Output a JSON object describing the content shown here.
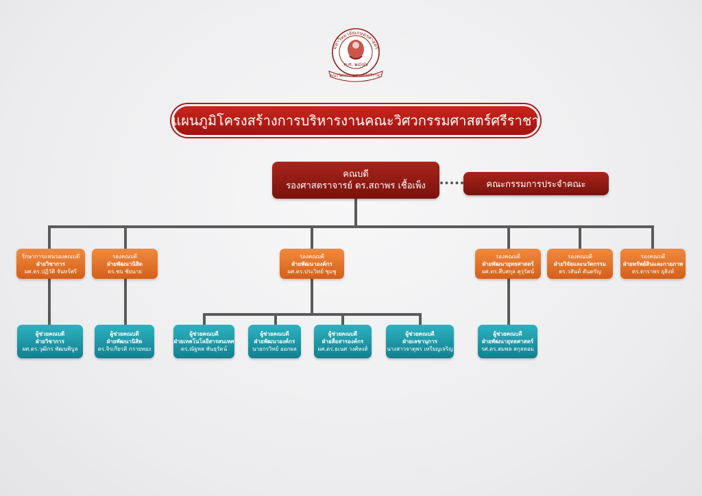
{
  "header": {
    "logo_ring_text": "มหาวิทยาลัยเกษตรศาสตร์",
    "logo_year": "พ.ศ. ๒๔๘๖",
    "logo_ribbon": "คณะวิศวกรรมศาสตร์ศรีราชา",
    "title": "แผนภูมิโครงสร้างการบริหารงานคณะวิศวกรรมศาสตร์ศรีราชา"
  },
  "dean": {
    "role": "คณบดี",
    "name": "รองศาสตราจารย์ ดร.สถาพร เชื้อเพ็ง"
  },
  "committee": "คณะกรรมการประจำคณะ",
  "vice_deans": [
    {
      "role": "รักษาการแทนรองคณบดี",
      "dept": "ฝ่ายวิชาการ",
      "name": "ผศ.ดร.ปฏิวัติ จันทร์ศรี"
    },
    {
      "role": "รองคณบดี",
      "dept": "ฝ่ายพัฒนานิสิต",
      "name": "ดร.ชบ ชัยนาย"
    },
    {
      "role": "รองคณบดี",
      "dept": "ฝ่ายพัฒนาองค์กร",
      "name": "ผศ.ดร.ประวิทย์ ชุมชู"
    },
    {
      "role": "รองคณบดี",
      "dept": "ฝ่ายพัฒนายุทธศาสตร์",
      "name": "ผศ.ดร.สืบสกุล คุรุรัตน์"
    },
    {
      "role": "รองคณบดี",
      "dept": "ฝ่ายวิจัยและนวัตกรรม",
      "name": "ดร.วสันต์ ตันตรัญ"
    },
    {
      "role": "รองคณบดี",
      "dept": "ฝ่ายทรัพย์สินและกายภาพ",
      "name": "ดร.ดาราพร ยุสิงห์"
    }
  ],
  "assistants": [
    {
      "role": "ผู้ช่วยคณบดี",
      "dept": "ฝ่ายวิชาการ",
      "name": "ผศ.ดร.วุฒิกร พัฒนพิบูล"
    },
    {
      "role": "ผู้ช่วยคณบดี",
      "dept": "ฝ่ายพัฒนานิสิต",
      "name": "ดร.จิรเกียรติ กรายทอง"
    },
    {
      "role": "ผู้ช่วยคณบดี",
      "dept": "ฝ่ายเทคโนโลยีสารสนเทศ",
      "name": "ดร.ณัฐพล พันธุรัตน์"
    },
    {
      "role": "ผู้ช่วยคณบดี",
      "dept": "ฝ่ายพัฒนาองค์กร",
      "name": "นายกรวิทย์ ออกผล"
    },
    {
      "role": "ผู้ช่วยคณบดี",
      "dept": "ฝ่ายสื่อสารองค์กร",
      "name": "ผศ.ดร.ธเนศ วงศ์หงส์"
    },
    {
      "role": "ผู้ช่วยคณบดี",
      "dept": "ฝ่ายเลขานุการ",
      "name": "นางสาวจาตุพร เหรียญเจริญ"
    },
    {
      "role": "ผู้ช่วยคณบดี",
      "dept": "ฝ่ายพัฒนายุทธศาสตร์",
      "name": "รศ.ดร.สมพล สกุลหอม"
    }
  ],
  "colors": {
    "title_red": "#b01a1a",
    "dean_dark_red": "#8e1a12",
    "vice_dean_orange": "#e8742c",
    "assistant_teal": "#1f9aa8",
    "connector_gray": "#5a5a5a"
  }
}
